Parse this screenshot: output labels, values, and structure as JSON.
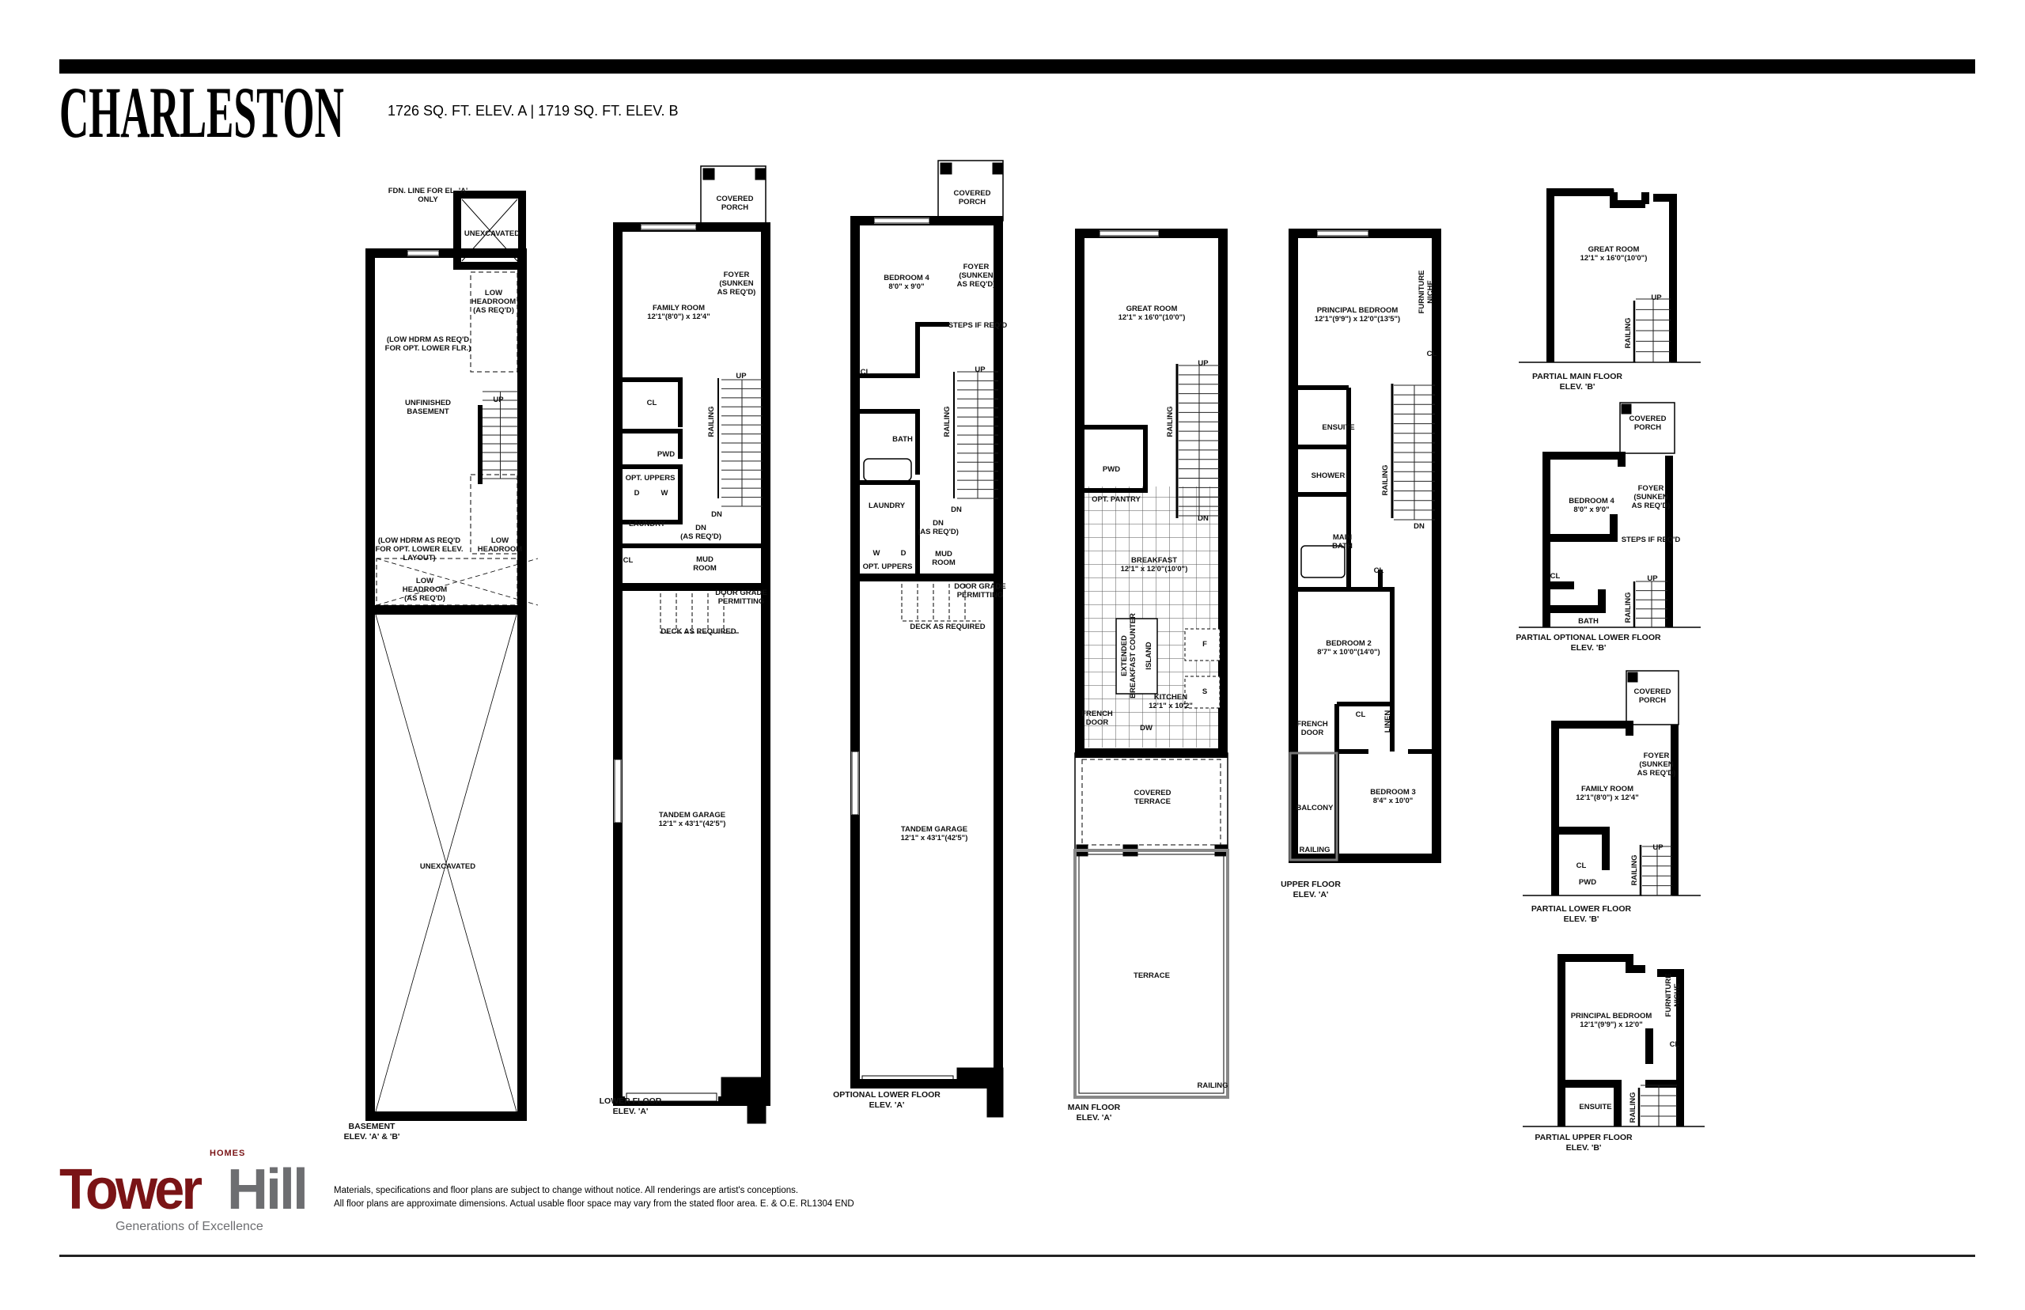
{
  "header": {
    "title": "CHARLESTON",
    "subtitle": "1726 SQ. FT. ELEV. A | 1719 SQ. FT. ELEV. B"
  },
  "plans": [
    {
      "id": "basement",
      "caption": [
        "BASEMENT",
        "ELEV. 'A' & 'B'"
      ],
      "labels": [
        [
          "FDN. LINE FOR EL. 'A'",
          "ONLY"
        ],
        [
          "UNEXCAVATED"
        ],
        [
          "LOW",
          "HEADROOM",
          "(AS REQ'D)"
        ],
        [
          "(LOW HDRM AS REQ'D",
          "FOR OPT. LOWER FLR.)"
        ],
        [
          "UNFINISHED",
          "BASEMENT"
        ],
        [
          "UP"
        ],
        [
          "(LOW HDRM AS REQ'D",
          "FOR OPT. LOWER ELEV.",
          "LAYOUT)"
        ],
        [
          "LOW",
          "HEADROOM"
        ],
        [
          "LOW",
          "HEADROOM",
          "(AS REQ'D)"
        ],
        [
          "UNEXCAVATED"
        ]
      ]
    },
    {
      "id": "lower-floor",
      "caption": [
        "LOWER FLOOR",
        "ELEV. 'A'"
      ],
      "labels": [
        [
          "COVERED",
          "PORCH"
        ],
        [
          "FOYER",
          "(SUNKEN",
          "AS REQ'D)"
        ],
        [
          "FAMILY ROOM",
          "12'1\"(8'0\") x 12'4\""
        ],
        [
          "CL"
        ],
        [
          "UP"
        ],
        [
          "RAILING"
        ],
        [
          "PWD"
        ],
        [
          "OPT. UPPERS"
        ],
        [
          "D"
        ],
        [
          "W"
        ],
        [
          "LAUNDRY"
        ],
        [
          "DN"
        ],
        [
          "DN",
          "(AS REQ'D)"
        ],
        [
          "CL"
        ],
        [
          "MUD",
          "ROOM"
        ],
        [
          "DOOR GRADE",
          "PERMITTING"
        ],
        [
          "DECK AS REQUIRED"
        ],
        [
          "TANDEM GARAGE",
          "12'1\" x 43'1\"(42'5\")"
        ]
      ]
    },
    {
      "id": "optional-lower-floor",
      "caption": [
        "OPTIONAL LOWER FLOOR",
        "ELEV. 'A'"
      ],
      "labels": [
        [
          "COVERED",
          "PORCH"
        ],
        [
          "BEDROOM 4",
          "8'0\" x 9'0\""
        ],
        [
          "FOYER",
          "(SUNKEN",
          "AS REQ'D)"
        ],
        [
          "STEPS IF REQ'D"
        ],
        [
          "CL"
        ],
        [
          "UP"
        ],
        [
          "RAILING"
        ],
        [
          "BATH"
        ],
        [
          "LAUNDRY"
        ],
        [
          "DN"
        ],
        [
          "DN",
          "(AS REQ'D)"
        ],
        [
          "W"
        ],
        [
          "D"
        ],
        [
          "OPT. UPPERS"
        ],
        [
          "MUD",
          "ROOM"
        ],
        [
          "DOOR GRADE",
          "PERMITTING"
        ],
        [
          "DECK AS REQUIRED"
        ],
        [
          "TANDEM GARAGE",
          "12'1\" x 43'1\"(42'5\")"
        ]
      ]
    },
    {
      "id": "main-floor",
      "caption": [
        "MAIN FLOOR",
        "ELEV. 'A'"
      ],
      "labels": [
        [
          "GREAT ROOM",
          "12'1\" x 16'0\"(10'0\")"
        ],
        [
          "UP"
        ],
        [
          "RAILING"
        ],
        [
          "PWD"
        ],
        [
          "OPT. PANTRY"
        ],
        [
          "DN"
        ],
        [
          "BREAKFAST",
          "12'1\" x 12'0\"(10'0\")"
        ],
        [
          "ISLAND"
        ],
        [
          "EXTENDED",
          "BREAKFAST COUNTER"
        ],
        [
          "F"
        ],
        [
          "S"
        ],
        [
          "KITCHEN",
          "12'1\" x 10'2\""
        ],
        [
          "FRENCH",
          "DOOR"
        ],
        [
          "DW"
        ],
        [
          "COVERED",
          "TERRACE"
        ],
        [
          "TERRACE"
        ],
        [
          "RAILING"
        ]
      ]
    },
    {
      "id": "upper-floor",
      "caption": [
        "UPPER FLOOR",
        "ELEV. 'A'"
      ],
      "labels": [
        [
          "PRINCIPAL BEDROOM",
          "12'1\"(9'9\") x 12'0\"(13'5\")"
        ],
        [
          "FURNITURE",
          "NICHE"
        ],
        [
          "CL"
        ],
        [
          "ENSUITE"
        ],
        [
          "SHOWER"
        ],
        [
          "RAILING"
        ],
        [
          "DN"
        ],
        [
          "MAIN",
          "BATH"
        ],
        [
          "CL"
        ],
        [
          "BEDROOM 2",
          "8'7\" x 10'0\"(14'0\")"
        ],
        [
          "CL"
        ],
        [
          "LINEN"
        ],
        [
          "FRENCH",
          "DOOR"
        ],
        [
          "BALCONY"
        ],
        [
          "BEDROOM 3",
          "8'4\" x 10'0\""
        ],
        [
          "RAILING"
        ]
      ]
    },
    {
      "id": "partial-main-floor-b",
      "caption": [
        "PARTIAL MAIN FLOOR",
        "ELEV. 'B'"
      ],
      "labels": [
        [
          "GREAT ROOM",
          "12'1\" x 16'0\"(10'0\")"
        ],
        [
          "UP"
        ],
        [
          "RAILING"
        ]
      ]
    },
    {
      "id": "partial-optional-lower-floor-b",
      "caption": [
        "PARTIAL OPTIONAL LOWER FLOOR",
        "ELEV. 'B'"
      ],
      "labels": [
        [
          "COVERED",
          "PORCH"
        ],
        [
          "BEDROOM 4",
          "8'0\" x 9'0\""
        ],
        [
          "FOYER",
          "(SUNKEN",
          "AS REQ'D)"
        ],
        [
          "STEPS IF REQ'D"
        ],
        [
          "CL"
        ],
        [
          "UP"
        ],
        [
          "BATH"
        ],
        [
          "RAILING"
        ]
      ]
    },
    {
      "id": "partial-lower-floor-b",
      "caption": [
        "PARTIAL LOWER FLOOR",
        "ELEV. 'B'"
      ],
      "labels": [
        [
          "COVERED",
          "PORCH"
        ],
        [
          "FOYER",
          "(SUNKEN",
          "AS REQ'D)"
        ],
        [
          "FAMILY ROOM",
          "12'1\"(8'0\") x 12'4\""
        ],
        [
          "CL"
        ],
        [
          "UP"
        ],
        [
          "PWD"
        ],
        [
          "RAILING"
        ]
      ]
    },
    {
      "id": "partial-upper-floor-b",
      "caption": [
        "PARTIAL UPPER FLOOR",
        "ELEV. 'B'"
      ],
      "labels": [
        [
          "PRINCIPAL BEDROOM",
          "12'1\"(9'9\") x 12'0\""
        ],
        [
          "FURNITURE",
          "NICHE"
        ],
        [
          "CL"
        ],
        [
          "ENSUITE"
        ],
        [
          "RAILING"
        ]
      ]
    }
  ],
  "footer": {
    "logo_text": "TowerHill",
    "logo_tower": "Tower",
    "logo_hill": "Hill",
    "logo_homes": "HOMES",
    "tagline": "Generations of Excellence",
    "disclaimer_line1": "Materials, specifications and floor plans are subject to change without notice. All renderings are artist's conceptions.",
    "disclaimer_line2": "All floor plans are approximate dimensions. Actual usable floor space may vary from the stated floor area. E. & O.E.  RL1304 END"
  },
  "colors": {
    "brand_red": "#7a1416",
    "brand_grey": "#6d6e71",
    "wall": "#000000"
  }
}
